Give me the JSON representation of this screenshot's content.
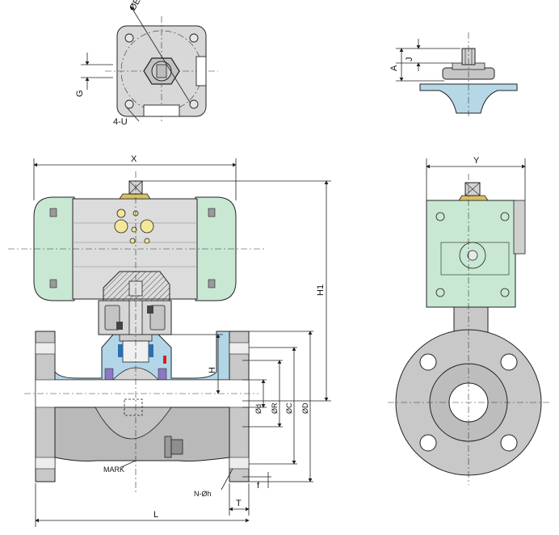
{
  "labels": {
    "phi_e": "ØE",
    "g": "G",
    "four_u": "4-U",
    "a": "A",
    "j": "J",
    "x": "X",
    "y": "Y",
    "h1": "H1",
    "h": "H",
    "phi_d_small": "Ød",
    "phi_r": "ØR",
    "phi_c": "ØC",
    "phi_d_large": "ØD",
    "mark": "MARK",
    "n_phi_h": "N-Øh",
    "f": "f",
    "t": "T",
    "l": "L"
  },
  "colors": {
    "actuator_green": "#c9e8d3",
    "actuator_body": "#dcdcdc",
    "valve_body": "#b9b9b9",
    "flange": "#c8c8c8",
    "cavity_blue": "#aed3e6",
    "bracket": "#d6d6d6",
    "stem_top": "#d9c060",
    "seat_purple": "#8a78c0",
    "seal_red": "#d62020",
    "hole_yellow": "#f3e79a"
  }
}
